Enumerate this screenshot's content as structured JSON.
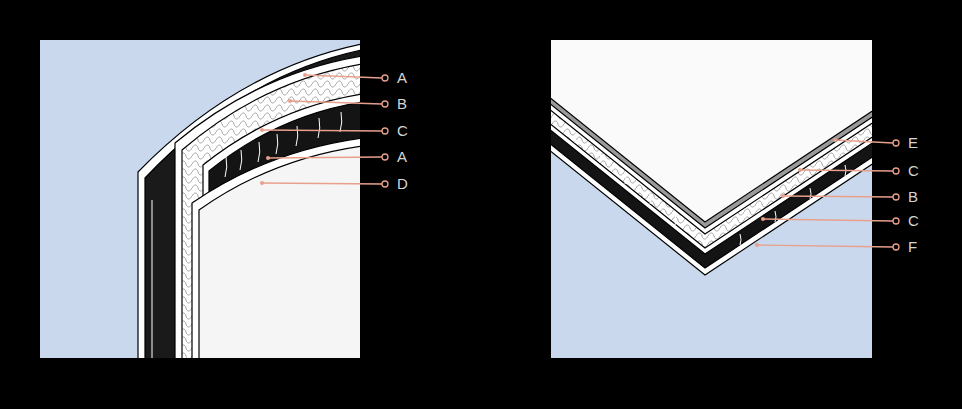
{
  "diagram": {
    "labels": [
      "A",
      "B",
      "C",
      "A",
      "D",
      "E",
      "C",
      "B",
      "C",
      "F"
    ]
  }
}
